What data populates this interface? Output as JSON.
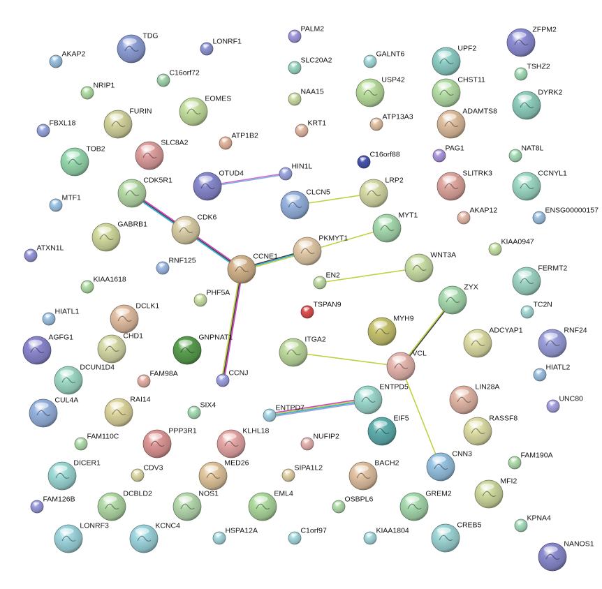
{
  "network": {
    "nodes": [
      {
        "id": "TDG",
        "color": "#8fa0d8",
        "size": "large"
      },
      {
        "id": "LONRF1",
        "color": "#8f97d6",
        "size": "small"
      },
      {
        "id": "PALM2",
        "color": "#a49be0",
        "size": "small"
      },
      {
        "id": "ZFPM2",
        "color": "#8f8fd6",
        "size": "large"
      },
      {
        "id": "AKAP2",
        "color": "#9cc4e4",
        "size": "small"
      },
      {
        "id": "C16orf72",
        "color": "#a6d9b0",
        "size": "small"
      },
      {
        "id": "SLC20A2",
        "color": "#9fd9c4",
        "size": "small"
      },
      {
        "id": "GALNT6",
        "color": "#a8dede",
        "size": "small"
      },
      {
        "id": "UPF2",
        "color": "#8fd0c8",
        "size": "large"
      },
      {
        "id": "TSHZ2",
        "color": "#a8e0bb",
        "size": "small"
      },
      {
        "id": "NRIP1",
        "color": "#b4e0a8",
        "size": "small"
      },
      {
        "id": "EOMES",
        "color": "#c6e0a0",
        "size": "large"
      },
      {
        "id": "NAA15",
        "color": "#cde0a8",
        "size": "small"
      },
      {
        "id": "USP42",
        "color": "#bce0a0",
        "size": "large"
      },
      {
        "id": "CHST11",
        "color": "#b8e0a8",
        "size": "large"
      },
      {
        "id": "DYRK2",
        "color": "#90d0c0",
        "size": "large"
      },
      {
        "id": "FBXL18",
        "color": "#9aa8e0",
        "size": "small"
      },
      {
        "id": "FURIN",
        "color": "#d6d6a0",
        "size": "large"
      },
      {
        "id": "KRT1",
        "color": "#e6bca6",
        "size": "small"
      },
      {
        "id": "ATP13A3",
        "color": "#e6c4a6",
        "size": "small"
      },
      {
        "id": "ADAMTS8",
        "color": "#e0c0a0",
        "size": "large"
      },
      {
        "id": "ATP1B2",
        "color": "#e6b8a0",
        "size": "small"
      },
      {
        "id": "TOB2",
        "color": "#98dab0",
        "size": "large"
      },
      {
        "id": "SLC8A2",
        "color": "#e0a0a0",
        "size": "large"
      },
      {
        "id": "C16orf88",
        "color": "#4a56b0",
        "size": "small"
      },
      {
        "id": "PAG1",
        "color": "#b09ae0",
        "size": "small"
      },
      {
        "id": "NAT8L",
        "color": "#a8e0b8",
        "size": "small"
      },
      {
        "id": "OTUD4",
        "color": "#8a8ad0",
        "size": "large"
      },
      {
        "id": "HIN1L",
        "color": "#a0a8e4",
        "size": "small"
      },
      {
        "id": "CDK5R1",
        "color": "#b8dca8",
        "size": "large"
      },
      {
        "id": "CLCN5",
        "color": "#98b4e0",
        "size": "large"
      },
      {
        "id": "LRP2",
        "color": "#d8dca8",
        "size": "large"
      },
      {
        "id": "SLITRK3",
        "color": "#e0a8a0",
        "size": "large"
      },
      {
        "id": "CCNYL1",
        "color": "#a0dcc8",
        "size": "large"
      },
      {
        "id": "MTF1",
        "color": "#a0c8e8",
        "size": "small"
      },
      {
        "id": "AKAP12",
        "color": "#e8bcaa",
        "size": "small"
      },
      {
        "id": "ENSG00000157",
        "color": "#a0c4e4",
        "size": "small"
      },
      {
        "id": "GABRB1",
        "color": "#d4dca0",
        "size": "large"
      },
      {
        "id": "CDK6",
        "color": "#dcd0a8",
        "size": "large"
      },
      {
        "id": "MYT1",
        "color": "#a8dcb0",
        "size": "large"
      },
      {
        "id": "PKMYT1",
        "color": "#e4ccaa",
        "size": "large"
      },
      {
        "id": "KIAA0947",
        "color": "#c8e4a8",
        "size": "small"
      },
      {
        "id": "ATXN1L",
        "color": "#9898dc",
        "size": "small"
      },
      {
        "id": "RNF125",
        "color": "#a0bce8",
        "size": "small"
      },
      {
        "id": "CCNE1",
        "color": "#d4b48c",
        "size": "large"
      },
      {
        "id": "WNT3A",
        "color": "#cce0a8",
        "size": "large"
      },
      {
        "id": "FERMT2",
        "color": "#a0d8c8",
        "size": "large"
      },
      {
        "id": "KIAA1618",
        "color": "#b4e0a8",
        "size": "small"
      },
      {
        "id": "EN2",
        "color": "#c4e0a8",
        "size": "small"
      },
      {
        "id": "PHF5A",
        "color": "#d0e4a8",
        "size": "small"
      },
      {
        "id": "ZYX",
        "color": "#a8dcb0",
        "size": "large"
      },
      {
        "id": "HIATL1",
        "color": "#a0c4e4",
        "size": "small"
      },
      {
        "id": "DCLK1",
        "color": "#e4c0a4",
        "size": "large"
      },
      {
        "id": "TSPAN9",
        "color": "#e05050",
        "size": "small"
      },
      {
        "id": "TC2N",
        "color": "#a8dcd8",
        "size": "small"
      },
      {
        "id": "AGFG1",
        "color": "#8c88d0",
        "size": "large"
      },
      {
        "id": "CHD1",
        "color": "#d8dca8",
        "size": "large"
      },
      {
        "id": "GNPNAT1",
        "color": "#5aa050",
        "size": "large"
      },
      {
        "id": "MYH9",
        "color": "#c8c470",
        "size": "large"
      },
      {
        "id": "ADCYAP1",
        "color": "#e0e0a8",
        "size": "large"
      },
      {
        "id": "RNF24",
        "color": "#9ca0dc",
        "size": "large"
      },
      {
        "id": "ITGA2",
        "color": "#c0dca0",
        "size": "large"
      },
      {
        "id": "VCL",
        "color": "#e8b8b0",
        "size": "large"
      },
      {
        "id": "DCUN1D4",
        "color": "#a0dcc8",
        "size": "large"
      },
      {
        "id": "FAM98A",
        "color": "#e8b4a8",
        "size": "small"
      },
      {
        "id": "CCNJ",
        "color": "#a0a4e4",
        "size": "small"
      },
      {
        "id": "ENTPD5",
        "color": "#a0dcd0",
        "size": "large"
      },
      {
        "id": "HIATL2",
        "color": "#a0c4e4",
        "size": "small"
      },
      {
        "id": "CUL4A",
        "color": "#98b4e0",
        "size": "large"
      },
      {
        "id": "RAI14",
        "color": "#e0d8a0",
        "size": "large"
      },
      {
        "id": "SIX4",
        "color": "#a8e0b8",
        "size": "small"
      },
      {
        "id": "ENTPD7",
        "color": "#a8d8e8",
        "size": "small"
      },
      {
        "id": "LIN28A",
        "color": "#e4b8a8",
        "size": "large"
      },
      {
        "id": "UNC80",
        "color": "#a8a4e4",
        "size": "small"
      },
      {
        "id": "FAM110C",
        "color": "#b4e0b0",
        "size": "small"
      },
      {
        "id": "PPP3R1",
        "color": "#e09898",
        "size": "large"
      },
      {
        "id": "KLHL18",
        "color": "#e8a8a8",
        "size": "large"
      },
      {
        "id": "NUFIP2",
        "color": "#e8b4b0",
        "size": "small"
      },
      {
        "id": "EIF5",
        "color": "#60b0b0",
        "size": "large"
      },
      {
        "id": "RASSF8",
        "color": "#e0e0a8",
        "size": "large"
      },
      {
        "id": "DICER1",
        "color": "#a0dcd8",
        "size": "large"
      },
      {
        "id": "CDV3",
        "color": "#e0dca8",
        "size": "small"
      },
      {
        "id": "MED26",
        "color": "#e4c8a0",
        "size": "large"
      },
      {
        "id": "SIPA1L2",
        "color": "#e4d4a8",
        "size": "small"
      },
      {
        "id": "BACH2",
        "color": "#e4c4a4",
        "size": "large"
      },
      {
        "id": "CNN3",
        "color": "#98c4e4",
        "size": "large"
      },
      {
        "id": "FAM190A",
        "color": "#b4e0b0",
        "size": "small"
      },
      {
        "id": "FAM126B",
        "color": "#9c9ce0",
        "size": "small"
      },
      {
        "id": "DCBLD2",
        "color": "#b4dca8",
        "size": "large"
      },
      {
        "id": "NOS1",
        "color": "#b8dcb0",
        "size": "large"
      },
      {
        "id": "EML4",
        "color": "#b0dca0",
        "size": "large"
      },
      {
        "id": "OSBPL6",
        "color": "#b4e0b0",
        "size": "small"
      },
      {
        "id": "GREM2",
        "color": "#a8dcb0",
        "size": "large"
      },
      {
        "id": "MFI2",
        "color": "#d0dca0",
        "size": "large"
      },
      {
        "id": "KPNA4",
        "color": "#a8e0c0",
        "size": "small"
      },
      {
        "id": "LONRF3",
        "color": "#a0d8e0",
        "size": "large"
      },
      {
        "id": "KCNC4",
        "color": "#a0d8e0",
        "size": "large"
      },
      {
        "id": "HSPA12A",
        "color": "#a8dce0",
        "size": "small"
      },
      {
        "id": "C1orf97",
        "color": "#a8dce0",
        "size": "small"
      },
      {
        "id": "KIAA1804",
        "color": "#a8dce0",
        "size": "small"
      },
      {
        "id": "CREB5",
        "color": "#a0d8d8",
        "size": "large"
      },
      {
        "id": "NANOS1",
        "color": "#8c8cd0",
        "size": "large"
      }
    ],
    "edges": [
      {
        "source": "OTUD4",
        "target": "HIN1L",
        "colors": [
          "#d070d0",
          "#80b0e0"
        ]
      },
      {
        "source": "CDK5R1",
        "target": "CDK6",
        "colors": [
          "#d040c0",
          "#404040",
          "#30b0e0"
        ]
      },
      {
        "source": "CDK6",
        "target": "CCNE1",
        "colors": [
          "#d040c0",
          "#404040",
          "#30b0e0"
        ]
      },
      {
        "source": "CCNE1",
        "target": "PKMYT1",
        "colors": [
          "#404040",
          "#30b0e0",
          "#c0d040"
        ]
      },
      {
        "source": "CCNE1",
        "target": "CCNJ",
        "colors": [
          "#d040c0",
          "#404040",
          "#c0d040"
        ]
      },
      {
        "source": "CLCN5",
        "target": "LRP2",
        "colors": [
          "#c0d040"
        ]
      },
      {
        "source": "PKMYT1",
        "target": "MYT1",
        "colors": [
          "#c0d040"
        ]
      },
      {
        "source": "EN2",
        "target": "WNT3A",
        "colors": [
          "#c0d040"
        ]
      },
      {
        "source": "ZYX",
        "target": "VCL",
        "colors": [
          "#404040",
          "#c0d040"
        ]
      },
      {
        "source": "ITGA2",
        "target": "VCL",
        "colors": [
          "#c0d040"
        ]
      },
      {
        "source": "VCL",
        "target": "CNN3",
        "colors": [
          "#c0d040"
        ]
      },
      {
        "source": "ENTPD7",
        "target": "ENTPD5",
        "colors": [
          "#d040c0",
          "#c0d040",
          "#30b0e0",
          "#a0a0d0"
        ]
      }
    ]
  }
}
